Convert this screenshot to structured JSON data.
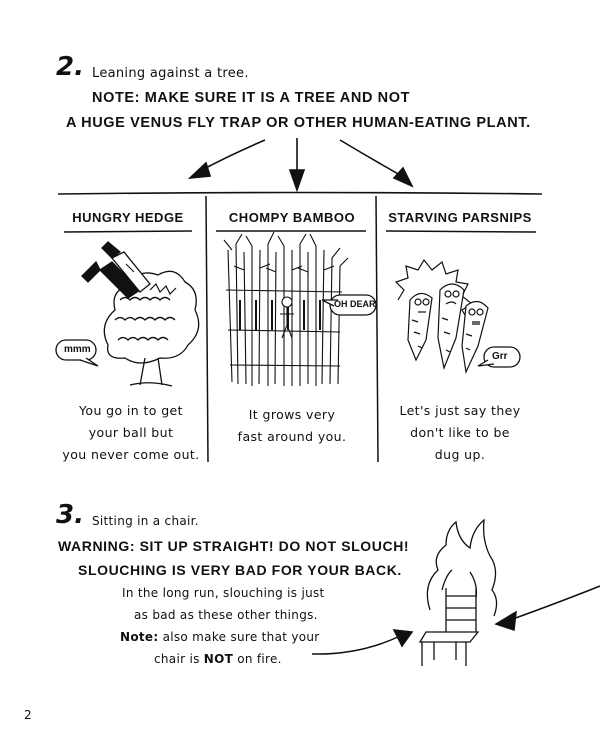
{
  "section2": {
    "number": "2.",
    "title": "Leaning against a tree.",
    "note_line1": "NOTE: MAKE SURE IT IS A TREE AND NOT",
    "note_line2": "A HUGE VENUS FLY TRAP OR OTHER HUMAN-EATING PLANT."
  },
  "columns": [
    {
      "heading": "HUNGRY HEDGE",
      "bubble": "mmm",
      "caption": [
        "You go in to get",
        "your ball but",
        "you never come out."
      ]
    },
    {
      "heading": "CHOMPY BAMBOO",
      "bubble": "OH DEAR",
      "caption": [
        "It grows very",
        "fast around you."
      ]
    },
    {
      "heading": "STARVING PARSNIPS",
      "bubble": "Grr",
      "caption": [
        "Let's just say they",
        "don't like to be",
        "dug up."
      ]
    }
  ],
  "section3": {
    "number": "3.",
    "title": "Sitting in a chair.",
    "warning_line1": "WARNING: SIT UP STRAIGHT! DO NOT SLOUCH!",
    "warning_line2": "SLOUCHING IS VERY BAD FOR YOUR BACK.",
    "body_line1": "In the long run, slouching is just",
    "body_line2": "as bad as these other things.",
    "note_label": "Note:",
    "note_text_pre": " also make sure that your",
    "note_line2_pre": "chair is ",
    "note_emphasis": "NOT",
    "note_line2_post": " on fire."
  },
  "page_number": "2"
}
